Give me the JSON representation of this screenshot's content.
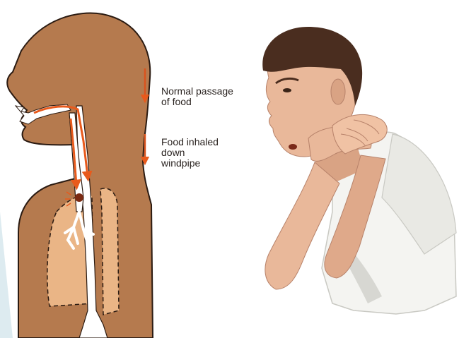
{
  "legend": {
    "normal": {
      "text": "Normal passage\nof food",
      "arrow_color": "#d9541e"
    },
    "inhaled": {
      "text": "Food inhaled\ndown\nwindpipe",
      "arrow_color": "#d9541e"
    }
  },
  "colors": {
    "body": "#b57a4e",
    "lung": "#eab586",
    "airway": "#ffffff",
    "outline": "#2b1b12",
    "skin": "#e9b89a",
    "skin_shadow": "#c98b6a",
    "hair": "#4a2d1f",
    "shirt": "#f4f4f1",
    "shirt_shadow": "#d7d7d2",
    "food_path": "#e85a1c",
    "food_bolus": "#7a2a12"
  },
  "illustrations": {
    "cross_section": "head-and-torso-cross-section",
    "person": "man-choking-hands-on-throat"
  }
}
